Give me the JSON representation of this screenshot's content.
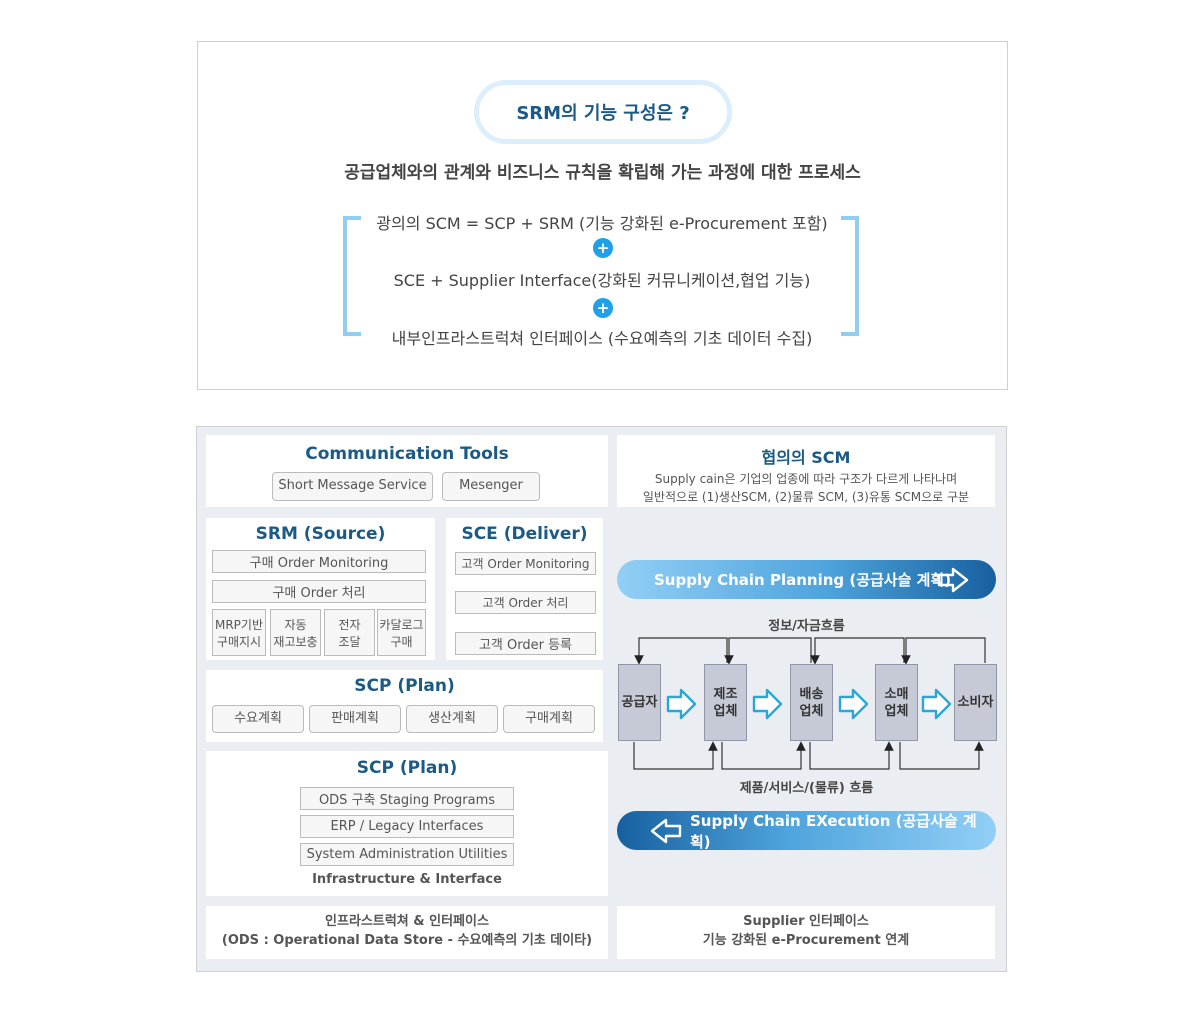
{
  "top": {
    "question": "SRM의 기능 구성은 ?",
    "subtitle": "공급업체와의 관계와 비즈니스 규칙을 확립해 가는 과정에 대한 프로세스",
    "lines": [
      "광의의 SCM = SCP + SRM (기능 강화된 e-Procurement 포함)",
      "SCE + Supplier Interface(강화된 커뮤니케이션,협업 기능)",
      "내부인프라스트럭쳐 인터페이스 (수요예측의 기초 데이터 수집)"
    ],
    "plus_symbol": "+"
  },
  "comm": {
    "title": "Communication Tools",
    "buttons": [
      "Short Message Service",
      "Mesenger"
    ]
  },
  "narrow_scm": {
    "title": "협의의 SCM",
    "desc1": "Supply cain은 기업의 업종에 따라 구조가 다르게 나타나며",
    "desc2": "일반적으로 (1)생산SCM, (2)물류 SCM, (3)유통 SCM으로 구분"
  },
  "srm": {
    "title": "SRM (Source)",
    "rows": [
      "구매 Order Monitoring",
      "구매 Order 처리"
    ],
    "cells": [
      [
        "MRP기반",
        "구매지시"
      ],
      [
        "자동",
        "재고보충"
      ],
      [
        "전자",
        "조달"
      ],
      [
        "카달로그",
        "구매"
      ]
    ]
  },
  "sce": {
    "title": "SCE (Deliver)",
    "rows": [
      "고객 Order Monitoring",
      "고객 Order 처리",
      "고객 Order 등록"
    ]
  },
  "scp_plan": {
    "title": "SCP (Plan)",
    "buttons": [
      "수요계획",
      "판매계획",
      "생산계획",
      "구매계획"
    ]
  },
  "infra": {
    "title": "SCP (Plan)",
    "rows": [
      "ODS 구축 Staging Programs",
      "ERP / Legacy Interfaces",
      "System Administration Utilities"
    ],
    "footer": "Infrastructure & Interface"
  },
  "bottom_left": {
    "line1": "인프라스트럭쳐 & 인터페이스",
    "line2": "(ODS : Operational Data Store - 수요예측의 기초 데이타)"
  },
  "bottom_right": {
    "line1": "Supplier 인터페이스",
    "line2": "기능 강화된 e-Procurement 연계"
  },
  "flow": {
    "planning": "Supply Chain Planning (공급사슬 계획)",
    "execution": "Supply Chain EXecution (공급사슬 계획)",
    "info_label": "정보/자금흐름",
    "goods_label": "제품/서비스/(물류) 흐름",
    "nodes": [
      [
        "공급자"
      ],
      [
        "제조",
        "업체"
      ],
      [
        "배송",
        "업체"
      ],
      [
        "소매",
        "업체"
      ],
      [
        "소비자"
      ]
    ]
  },
  "colors": {
    "title_blue": "#1c5a86",
    "accent": "#1fa0e8",
    "bracket": "#8fcdf1",
    "node_fill": "#c5cad6",
    "arrow": "#2aa7d6",
    "planning_gradient": [
      "#8fcdf5",
      "#1c6aa6"
    ]
  }
}
